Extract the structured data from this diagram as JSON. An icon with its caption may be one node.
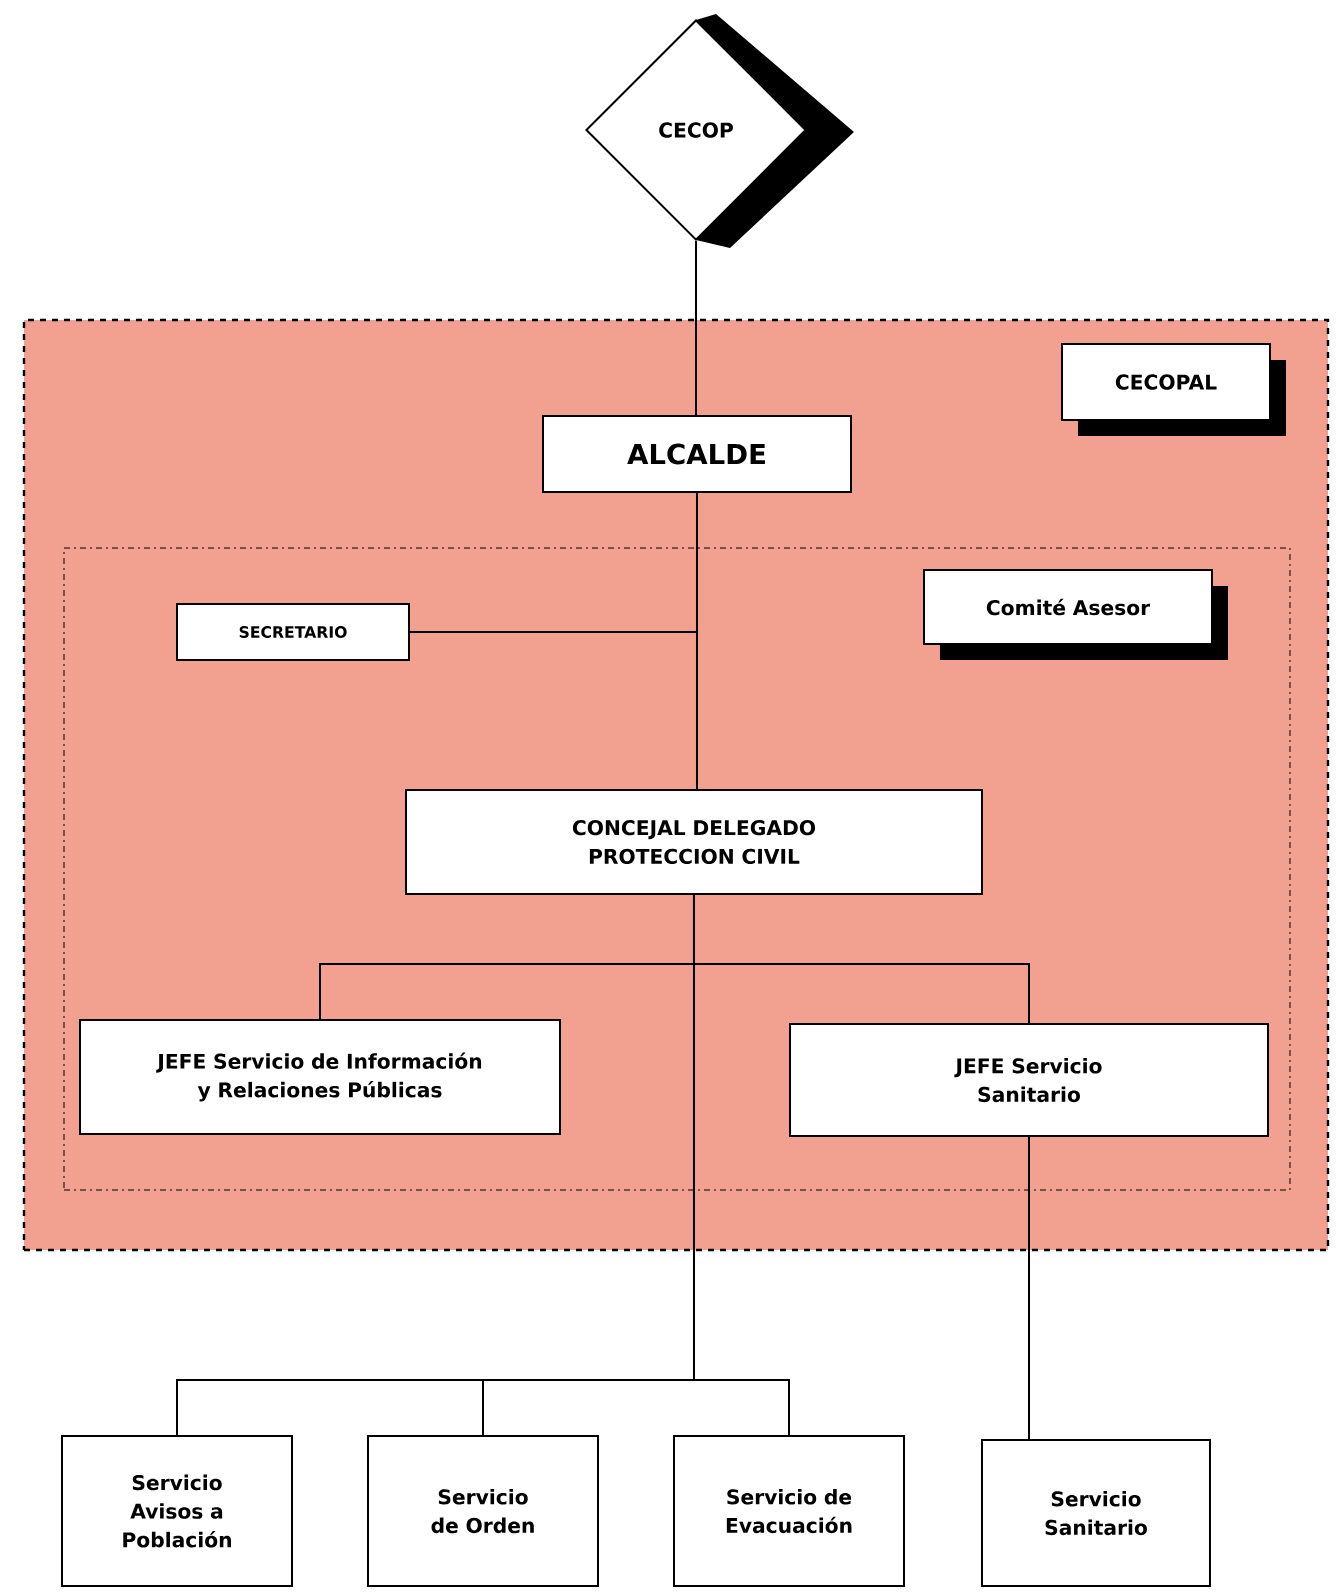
{
  "diagram": {
    "nodes": [
      {
        "text": [
          "CECOP"
        ]
      },
      {
        "text": [],
        "shape": "box"
      },
      {
        "text": [
          "CECOPAL"
        ],
        "in": 1
      },
      {
        "text": [
          "ALCALDE"
        ],
        "in": 1
      },
      {
        "text": [],
        "shape": "box",
        "in": 1
      },
      {
        "text": [
          "Comité Asesor"
        ],
        "in": 4
      },
      {
        "text": [
          "SECRETARIO"
        ],
        "in": 4
      },
      {
        "text": [
          "CONCEJAL DELEGADO PROTECCION CIVIL"
        ],
        "in": 4
      },
      {
        "text": [
          "JEFE Servicio de Información y Relaciones Públicas"
        ],
        "in": 4
      },
      {
        "text": [
          "JEFE Servicio Sanitario"
        ],
        "in": 4
      },
      {
        "text": [
          "Servicio Avisos a Población"
        ]
      },
      {
        "text": [
          "Servicio de Orden"
        ]
      },
      {
        "text": [
          "Servicio de Evacuación"
        ]
      },
      {
        "text": [
          "Servicio Sanitario"
        ]
      }
    ],
    "edges": [
      {
        "from": 0,
        "to": 3,
        "arrow": "none"
      },
      {
        "from": 3,
        "to": 7,
        "arrow": "none"
      },
      {
        "from": 3,
        "to": 6,
        "arrow": "none"
      },
      {
        "from": 7,
        "to": 8,
        "arrow": "none"
      },
      {
        "from": 7,
        "to": 9,
        "arrow": "none"
      },
      {
        "from": 7,
        "to": 10,
        "arrow": "none"
      },
      {
        "from": 7,
        "to": 11,
        "arrow": "none"
      },
      {
        "from": 7,
        "to": 12,
        "arrow": "none"
      },
      {
        "from": 9,
        "to": 13,
        "arrow": "none"
      }
    ]
  }
}
